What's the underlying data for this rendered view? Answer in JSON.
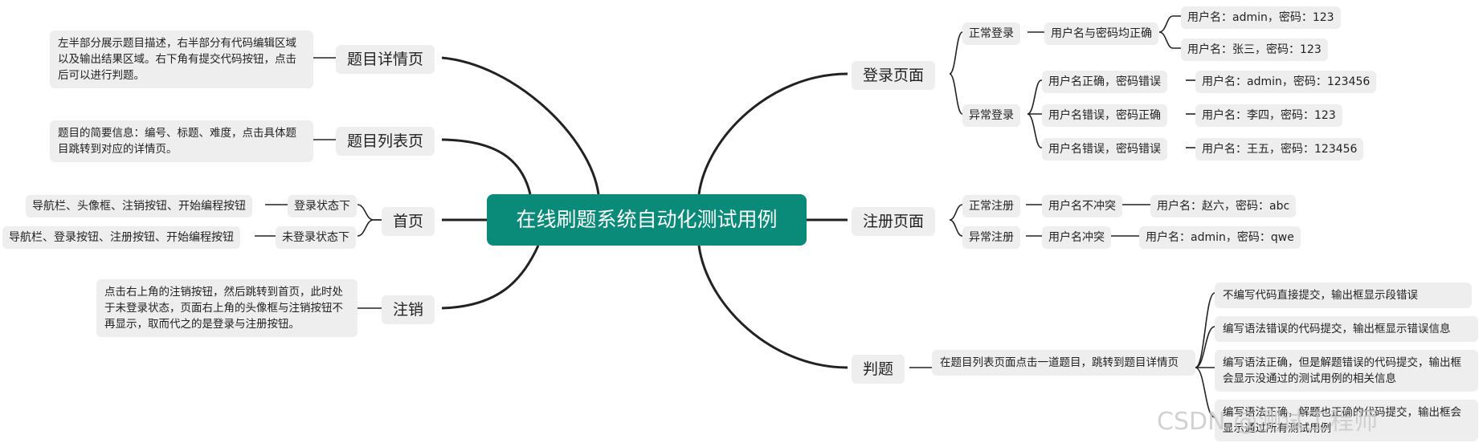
{
  "root": "在线刷题系统自动化测试用例",
  "left": {
    "detail": {
      "label": "题目详情页",
      "desc": "左半部分展示题目描述，右半部分有代码编辑区域以及输出结果区域。右下角有提交代码按钮，点击后可以进行判题。"
    },
    "list": {
      "label": "题目列表页",
      "desc": "题目的简要信息：编号、标题、难度，点击具体题目跳转到对应的详情页。"
    },
    "home": {
      "label": "首页",
      "logged_in": {
        "label": "登录状态下",
        "detail": "导航栏、头像框、注销按钮、开始编程按钮"
      },
      "logged_out": {
        "label": "未登录状态下",
        "detail": "导航栏、登录按钮、注册按钮、开始编程按钮"
      }
    },
    "logout": {
      "label": "注销",
      "desc": "点击右上角的注销按钮，然后跳转到首页，此时处于未登录状态，页面右上角的头像框与注销按钮不再显示，取而代之的是登录与注册按钮。"
    }
  },
  "right": {
    "login": {
      "label": "登录页面",
      "normal": {
        "label": "正常登录",
        "case": "用户名与密码均正确",
        "leaves": [
          "用户名：admin，密码：123",
          "用户名：张三，密码：123"
        ]
      },
      "abnormal": {
        "label": "异常登录",
        "cases": [
          {
            "label": "用户名正确，密码错误",
            "leaf": "用户名：admin，密码：123456"
          },
          {
            "label": "用户名错误，密码正确",
            "leaf": "用户名：李四，密码：123"
          },
          {
            "label": "用户名错误，密码错误",
            "leaf": "用户名：王五，密码：123456"
          }
        ]
      }
    },
    "register": {
      "label": "注册页面",
      "normal": {
        "label": "正常注册",
        "case": "用户名不冲突",
        "leaf": "用户名：赵六，密码：abc"
      },
      "abnormal": {
        "label": "异常注册",
        "case": "用户名冲突",
        "leaf": "用户名：admin，密码：qwe"
      }
    },
    "judge": {
      "label": "判题",
      "desc": "在题目列表页面点击一道题目，跳转到题目详情页",
      "leaves": [
        "不编写代码直接提交，输出框显示段错误",
        "编写语法错误的代码提交，输出框显示错误信息",
        "编写语法正确，但是解题错误的代码提交，输出框会显示没通过的测试用例的相关信息",
        "编写语法正确，解题也正确的代码提交，输出框会显示通过所有测试用例"
      ]
    }
  },
  "watermark": "CSDN @测试工程师"
}
